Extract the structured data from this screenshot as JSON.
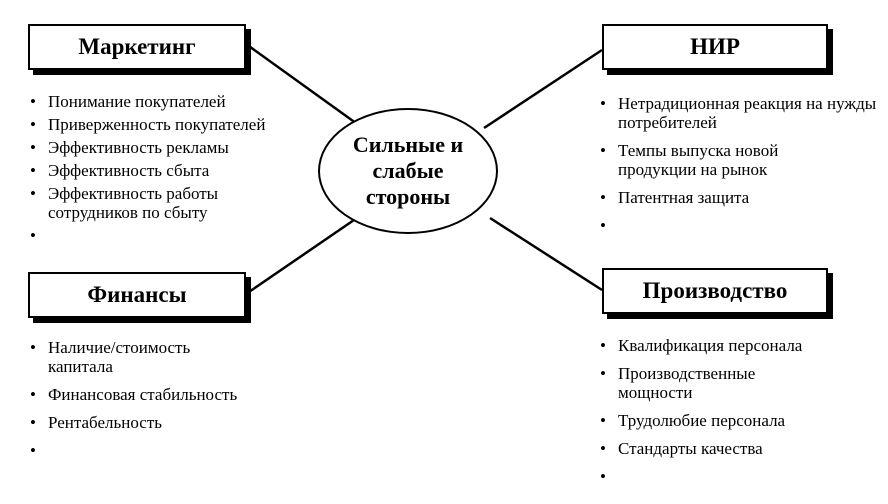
{
  "center": {
    "label": "Сильные и слабые стороны"
  },
  "marketing": {
    "title": "Маркетинг",
    "items": [
      "Понимание покупателей",
      "Приверженность покупателей",
      "Эффективность рекламы",
      "Эффективность сбыта",
      "Эффективность работы сотрудников по сбыту",
      ""
    ]
  },
  "nir": {
    "title": "НИР",
    "items": [
      "Нетрадиционная реакция на нужды потребителей",
      "Темпы выпуска новой продукции на рынок",
      "Патентная защита",
      ""
    ]
  },
  "finance": {
    "title": "Финансы",
    "items": [
      "Наличие/стоимость капитала",
      "Финансовая стабильность",
      "Рентабельность",
      ""
    ]
  },
  "production": {
    "title": "Производство",
    "items": [
      "Квалификация персонала",
      "Производственные мощности",
      "Трудолюбие персонала",
      "Стандарты качества",
      ""
    ]
  }
}
